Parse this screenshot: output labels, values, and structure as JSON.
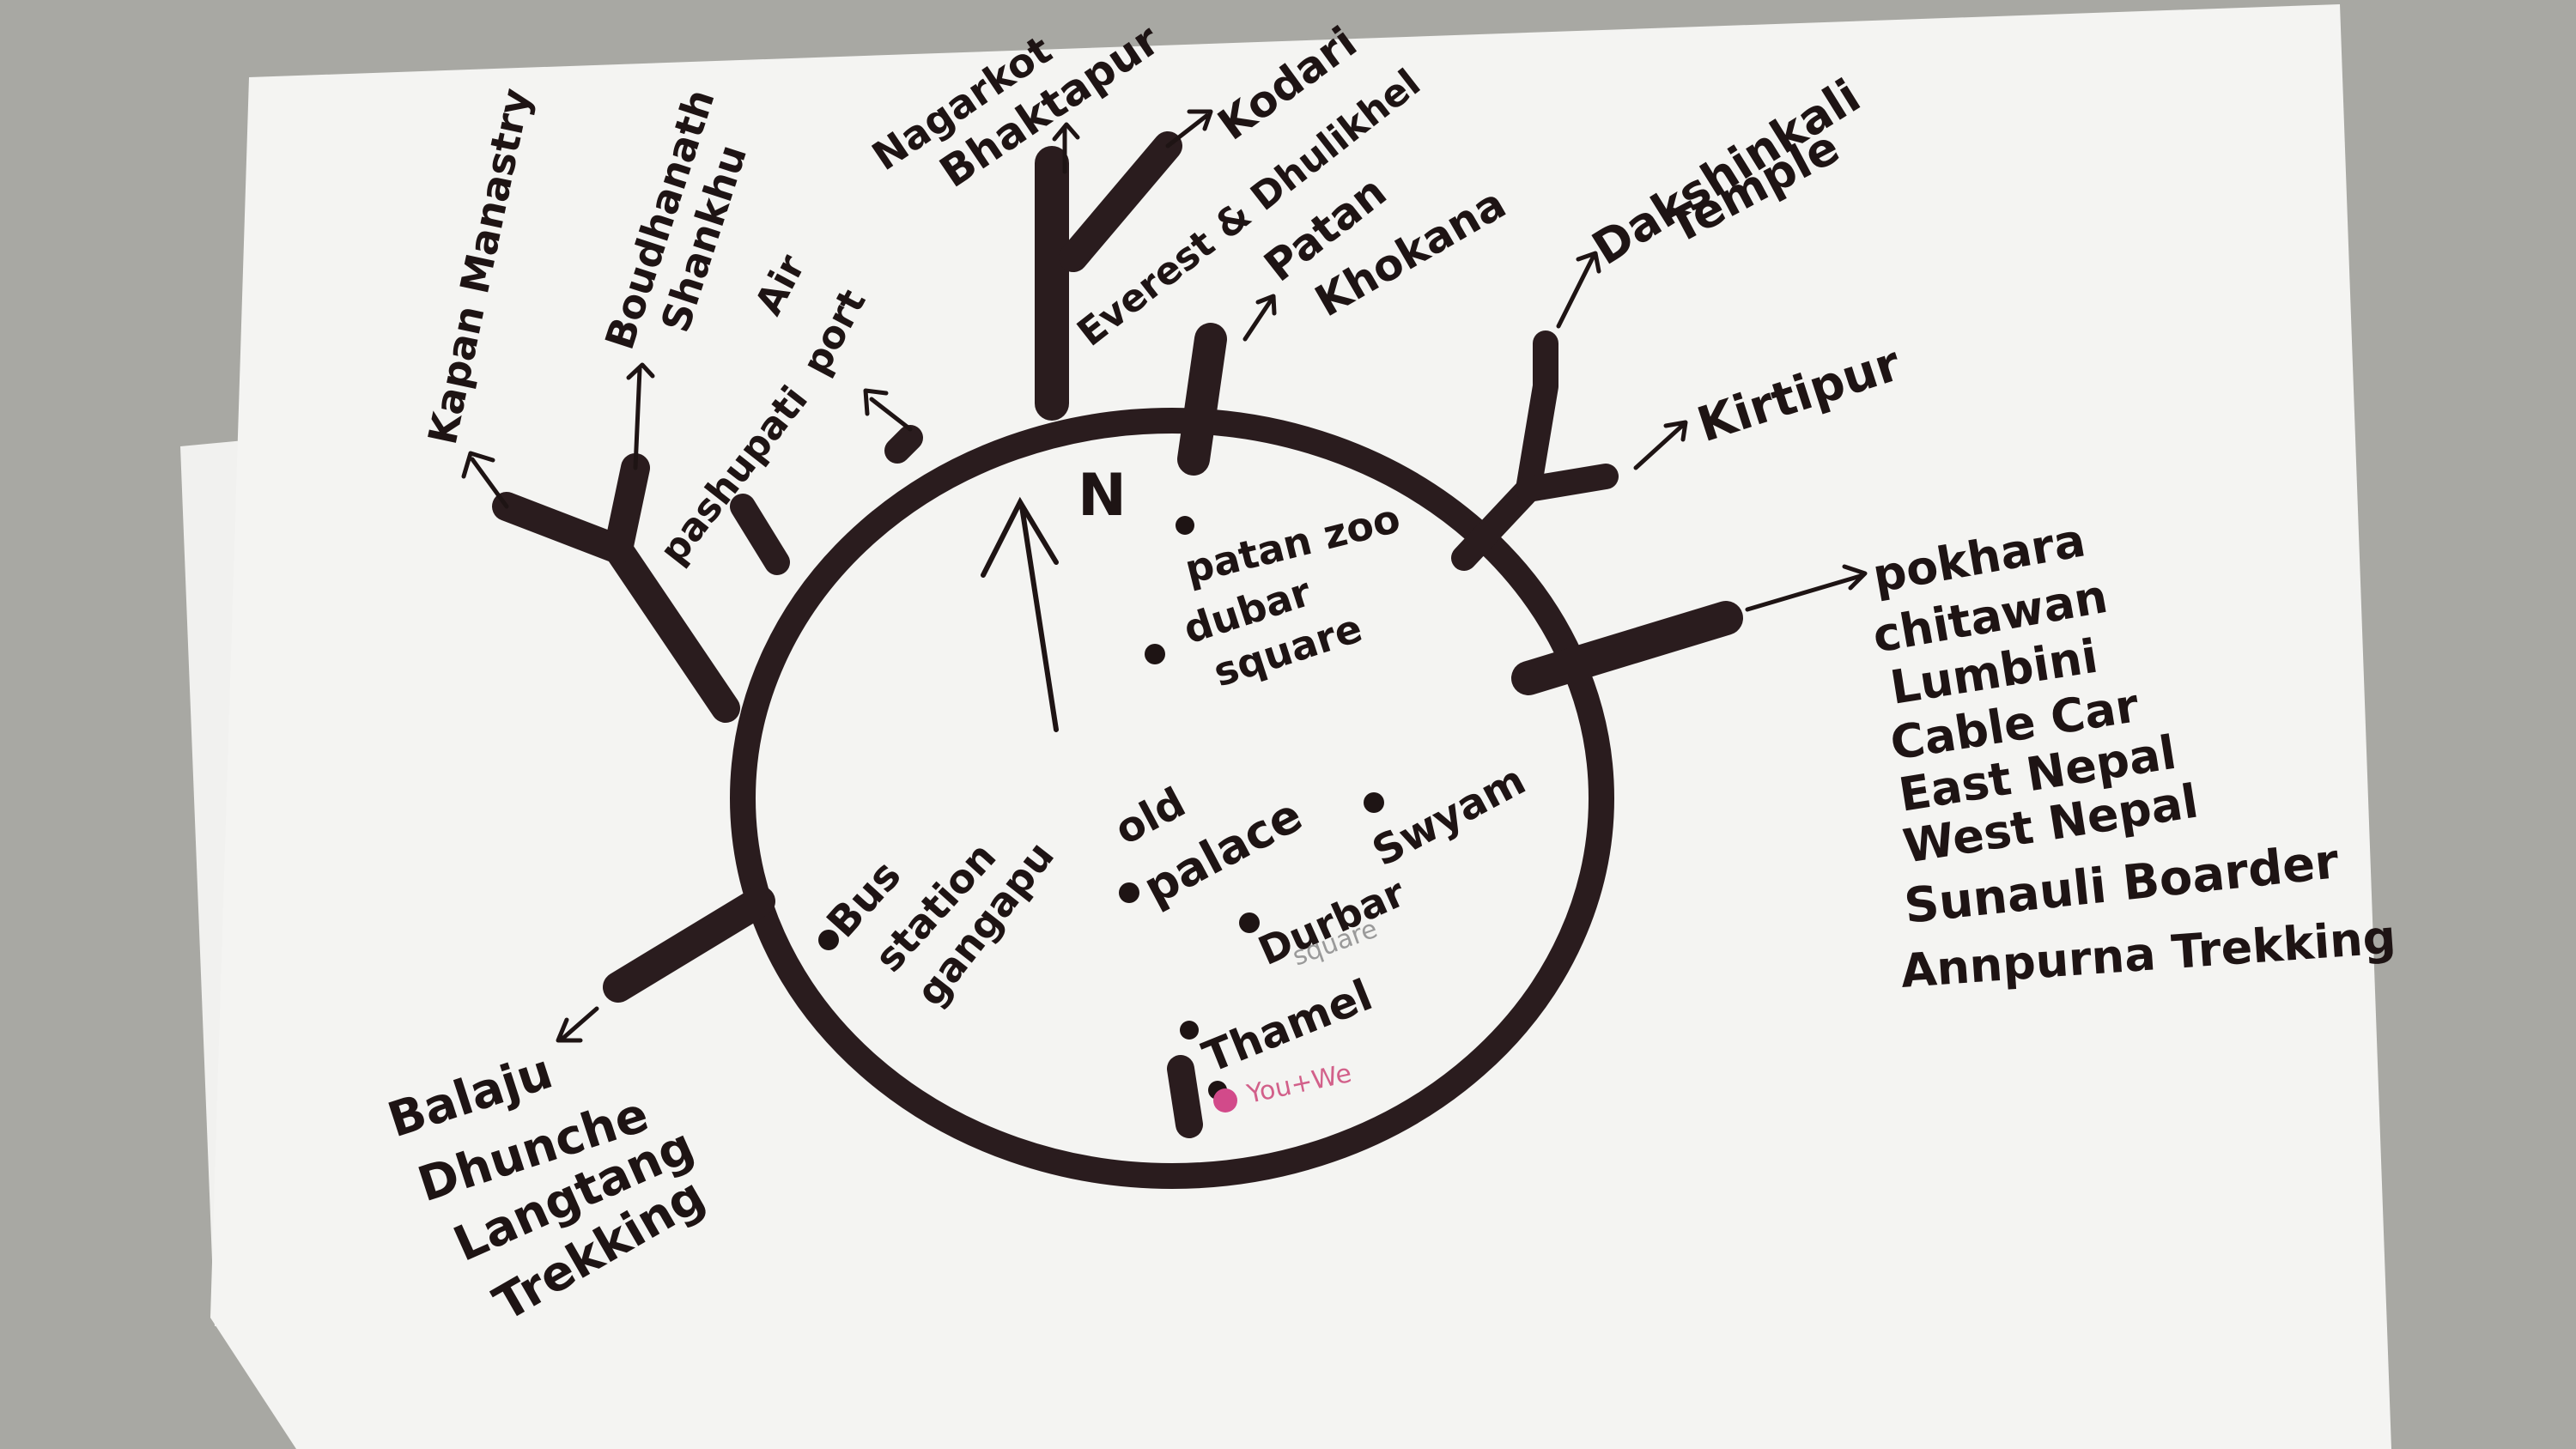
{
  "map": {
    "north_label": "N",
    "center": {
      "patan_zoo": "patan zoo",
      "dubar_square": [
        "dubar",
        "square"
      ],
      "old_palace": [
        "old",
        "palace"
      ],
      "bus_station": [
        "Bus",
        "station",
        "gangapu"
      ],
      "durbar_square": [
        "Durbar",
        "square"
      ],
      "swyam": "Swyam",
      "thamel": "Thamel",
      "you_we": "You+We"
    },
    "routes": {
      "kapan": "Kapan Manastry",
      "boudhanath": [
        "Boudhanath",
        "Shankhu"
      ],
      "airport": [
        "Air",
        "port"
      ],
      "pashupati": "pashupati",
      "bhaktapur": [
        "Nagarkot",
        "Bhaktapur"
      ],
      "kodari": [
        "Kodari",
        "Everest & Dhulikhel"
      ],
      "patan": [
        "Patan",
        "Khokana"
      ],
      "dakshinkali": [
        "Dakshinkali",
        "Temple"
      ],
      "kirtipur": "Kirtipur",
      "west_list": [
        "pokhara",
        "chitawan",
        "Lumbini",
        "Cable Car",
        "East Nepal",
        "West Nepal",
        "Sunauli Boarder",
        "Annpurna Trekking"
      ],
      "balaju_list": [
        "Balaju",
        "Dhunche",
        "Langtang",
        "Trekking"
      ]
    }
  }
}
